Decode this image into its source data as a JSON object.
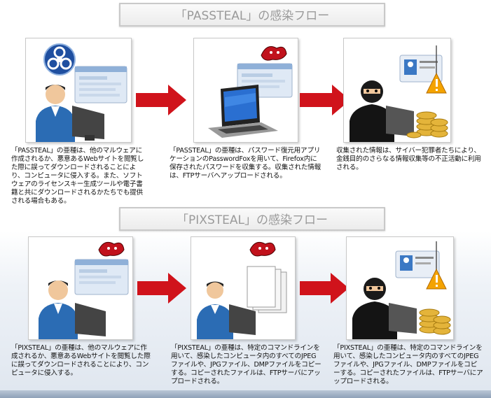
{
  "flows": [
    {
      "title": "「PASSTEAL」の感染フロー",
      "steps": [
        {
          "text": "「PASSTEAL」の亜種は、他のマルウェアに作成されるか、悪意あるWebサイトを閲覧した際に誤ってダウンロードされることにより、コンピュータに侵入する。また、ソフトウェアのライセンスキー生成ツールや電子書籍と共にダウンロードされるかたちでも提供される場合もある。"
        },
        {
          "text": "「PASSTEAL」の亜種は、パスワード復元用アプリケーションのPasswordFoxを用いて、Firefox内に保存されたパスワードを収集する。収集された情報は、FTPサーバへアップロードされる。"
        },
        {
          "text": "収集された情報は、サイバー犯罪者たちにより、金銭目的のさらなる情報収集等の不正活動に利用される。"
        }
      ]
    },
    {
      "title": "「PIXSTEAL」の感染フロー",
      "steps": [
        {
          "text": "「PIXSTEAL」の亜種は、他のマルウェアに作成されるか、悪意あるWebサイトを閲覧した際に誤ってダウンロードされることにより、コンピュータに侵入する。"
        },
        {
          "text": "「PIXSTEAL」の亜種は、特定のコマンドラインを用いて、感染したコンピュータ内のすべてのJPEGファイルや、JPGファイル、DMPファイルをコピーする。コピーされたファイルは、FTPサーバにアップロードされる。"
        },
        {
          "text": "「PIXSTEAL」の亜種は、特定のコマンドラインを用いて、感染したコンピュータ内のすべてのJPEGファイルや、JPGファイル、DMPファイルをコピーする。コピーされたファイルは、FTPサーバにアップロードされる。"
        }
      ]
    }
  ],
  "colors": {
    "arrow": "#d0131b",
    "title_text": "#9a9a9a",
    "user_shirt": "#2b6cb4"
  }
}
